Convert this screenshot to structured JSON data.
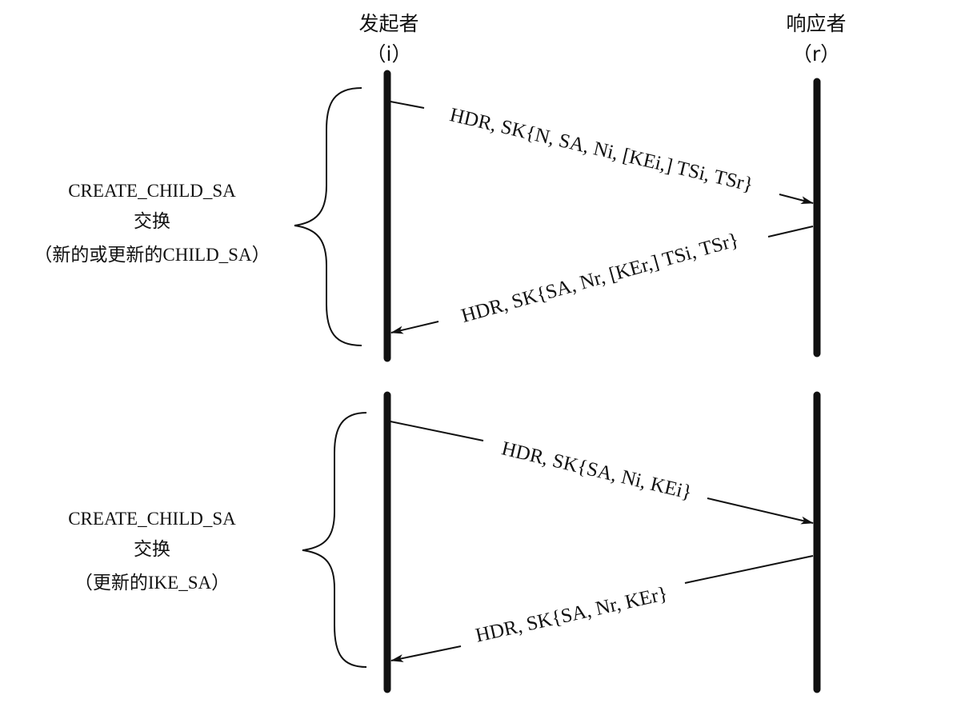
{
  "participants": {
    "initiator": {
      "name": "发起者",
      "tag": "（i）"
    },
    "responder": {
      "name": "响应者",
      "tag": "（r）"
    }
  },
  "exchanges": [
    {
      "label_line1": "CREATE_CHILD_SA",
      "label_line2": "交换",
      "label_line3": "（新的或更新的CHILD_SA）",
      "request": "HDR, SK{N, SA, Ni, [KEi,] TSi, TSr}",
      "response": "HDR, SK{SA, Nr, [KEr,] TSi, TSr}"
    },
    {
      "label_line1": "CREATE_CHILD_SA",
      "label_line2": "交换",
      "label_line3": "（更新的IKE_SA）",
      "request": "HDR, SK{SA, Ni, KEi}",
      "response": "HDR, SK{SA, Nr, KEr}"
    }
  ]
}
